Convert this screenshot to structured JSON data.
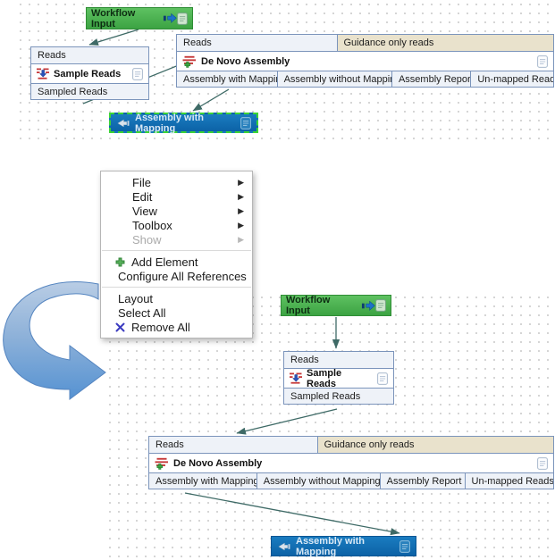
{
  "menu": {
    "submenu_arrow": "▶",
    "items": [
      {
        "label": "File"
      },
      {
        "label": "Edit"
      },
      {
        "label": "View"
      },
      {
        "label": "Toolbox"
      },
      {
        "label": "Show"
      },
      {
        "label": "Add Element"
      },
      {
        "label": "Configure All References"
      },
      {
        "label": "Layout"
      },
      {
        "label": "Select All"
      },
      {
        "label": "Remove All"
      }
    ]
  },
  "workflow": {
    "input_box": {
      "label": "Workflow Input"
    },
    "sampler": {
      "input": "Reads",
      "name": "Sample Reads",
      "output": "Sampled Reads"
    },
    "assembler": {
      "input_reads": "Reads",
      "input_guidance": "Guidance only reads",
      "name": "De Novo Assembly",
      "outputs": [
        "Assembly with Mapping",
        "Assembly without Mapping",
        "Assembly Report",
        "Un-mapped Reads"
      ]
    },
    "output_box": {
      "label": "Assembly with Mapping"
    }
  },
  "icons": {
    "workflow_input": "arrow-right-with-bar-icon",
    "workflow_output": "arrow-left-with-bar-icon",
    "sampler": "reads-down-arrow-icon",
    "assembler": "reads-green-plus-icon",
    "description": "document-icon",
    "add_element": "green-plus-icon",
    "remove_all": "blue-x-icon"
  },
  "colors": {
    "input_green": "#46b14c",
    "output_blue": "#0f6eb4",
    "guidance_beige": "#e9e2cc",
    "port_fill": "#eef2f8",
    "box_border": "#7b94bb",
    "connection": "#3e6a66",
    "selection_dash_green": "#3cd435",
    "curved_arrow": "#5b93d4"
  }
}
